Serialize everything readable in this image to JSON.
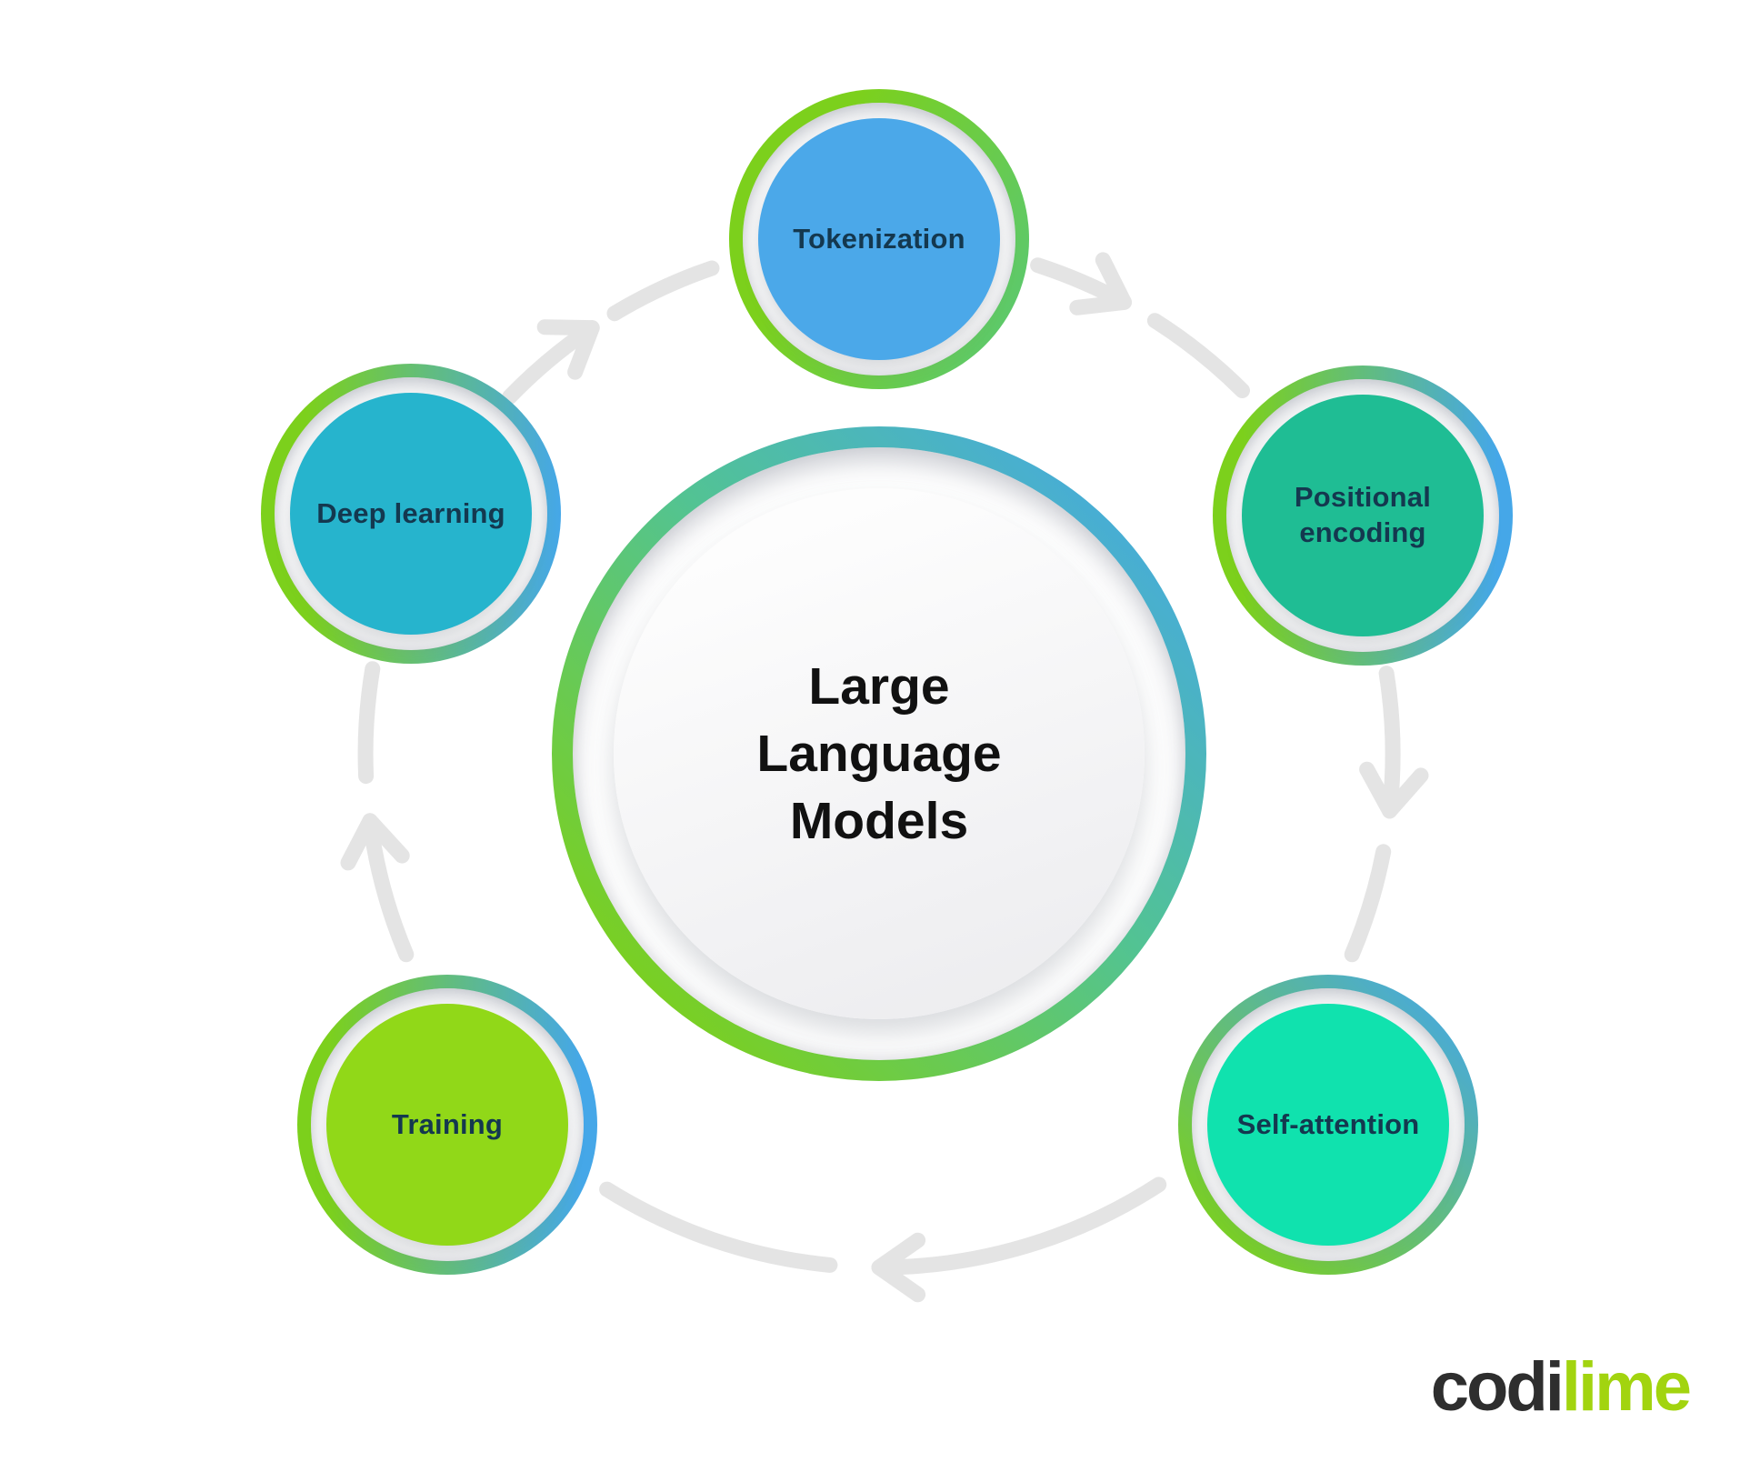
{
  "diagram": {
    "center": {
      "title": "Large Language Models"
    },
    "nodes": [
      {
        "id": "tokenization",
        "label": "Tokenization",
        "fill_color": "#4BA8E9"
      },
      {
        "id": "positional-encoding",
        "label": "Positional encoding",
        "fill_color": "#1FBD94"
      },
      {
        "id": "self-attention",
        "label": "Self-attention",
        "fill_color": "#10E2AE"
      },
      {
        "id": "training",
        "label": "Training",
        "fill_color": "#91D818"
      },
      {
        "id": "deep-learning",
        "label": "Deep learning",
        "fill_color": "#26B4CD"
      }
    ],
    "flow_direction": "clockwise",
    "colors": {
      "ring_gradient_green": "#7CD01C",
      "ring_gradient_blue": "#45A7E8",
      "arrow_gray": "#E4E4E4",
      "node_label": "#14384F",
      "center_title": "#111111",
      "center_fill_start": "#FDFDFD",
      "center_fill_end": "#EBEBEE",
      "background": "#FFFFFF"
    }
  },
  "logo": {
    "part1": "codi",
    "part2": "lime",
    "part1_color": "#2E2E2E",
    "part2_color": "#A2D40F"
  }
}
